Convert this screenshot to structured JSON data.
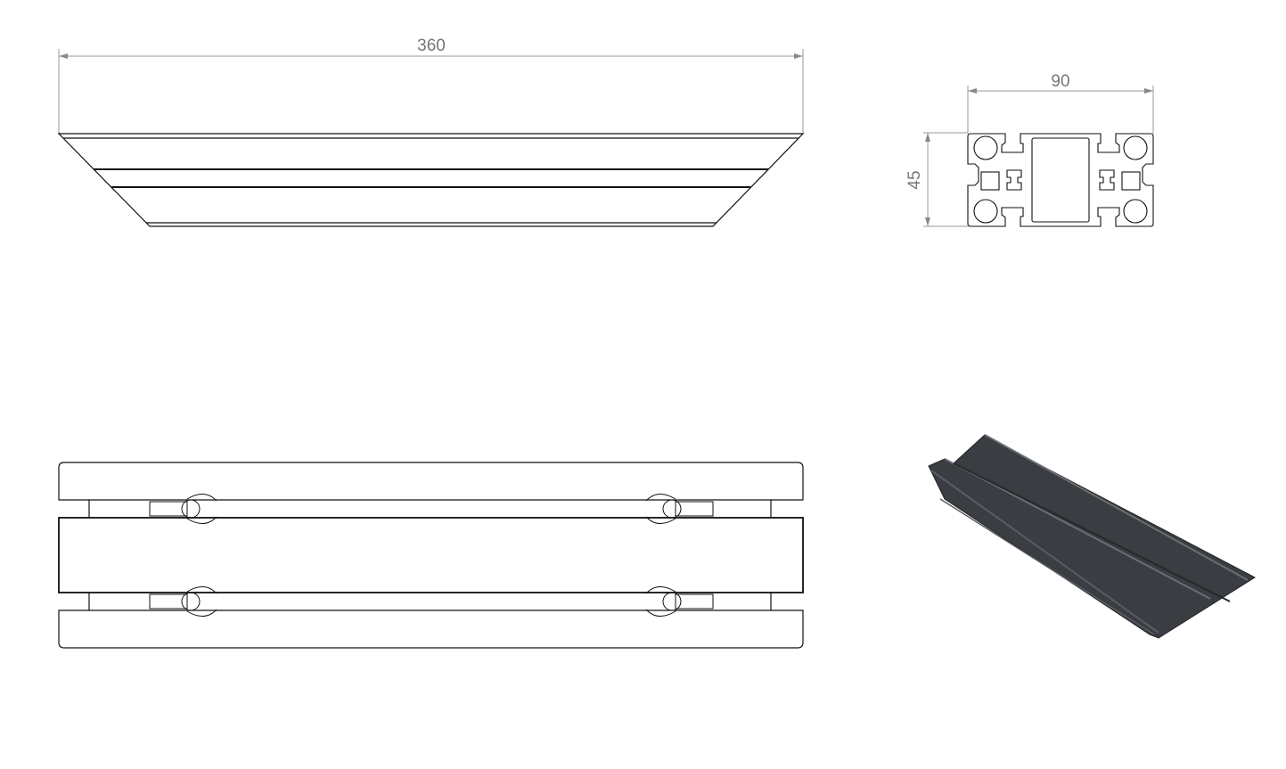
{
  "top_view": {
    "length_dimension": "360"
  },
  "section_view": {
    "width_dimension": "90",
    "height_dimension": "45"
  },
  "colors": {
    "line": "#111111",
    "dimension": "#888888",
    "solid": "#3a3d42"
  }
}
